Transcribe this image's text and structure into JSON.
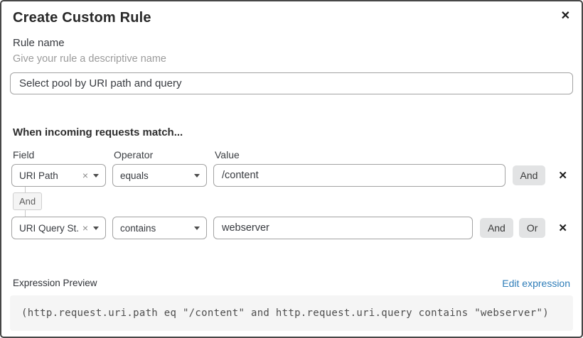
{
  "dialog": {
    "title": "Create Custom Rule"
  },
  "icons": {
    "close": "✕",
    "remove_row": "✕",
    "clear_select": "×"
  },
  "rule_name": {
    "label": "Rule name",
    "helper": "Give your rule a descriptive name",
    "value": "Select pool by URI path and query"
  },
  "match": {
    "heading": "When incoming requests match...",
    "columns": {
      "field": "Field",
      "operator": "Operator",
      "value": "Value"
    },
    "connector_label": "And",
    "rows": [
      {
        "field": "URI Path",
        "operator": "equals",
        "value": "/content",
        "and_label": "And"
      },
      {
        "field": "URI Query St...",
        "operator": "contains",
        "value": "webserver",
        "and_label": "And",
        "or_label": "Or"
      }
    ]
  },
  "expression": {
    "label": "Expression Preview",
    "edit_link": "Edit expression",
    "code": "(http.request.uri.path eq \"/content\" and http.request.uri.query contains \"webserver\")"
  },
  "colors": {
    "link_blue": "#2d7cb8",
    "button_gray": "#e2e3e4",
    "dialog_border": "#474747",
    "code_background": "#f5f5f5"
  }
}
